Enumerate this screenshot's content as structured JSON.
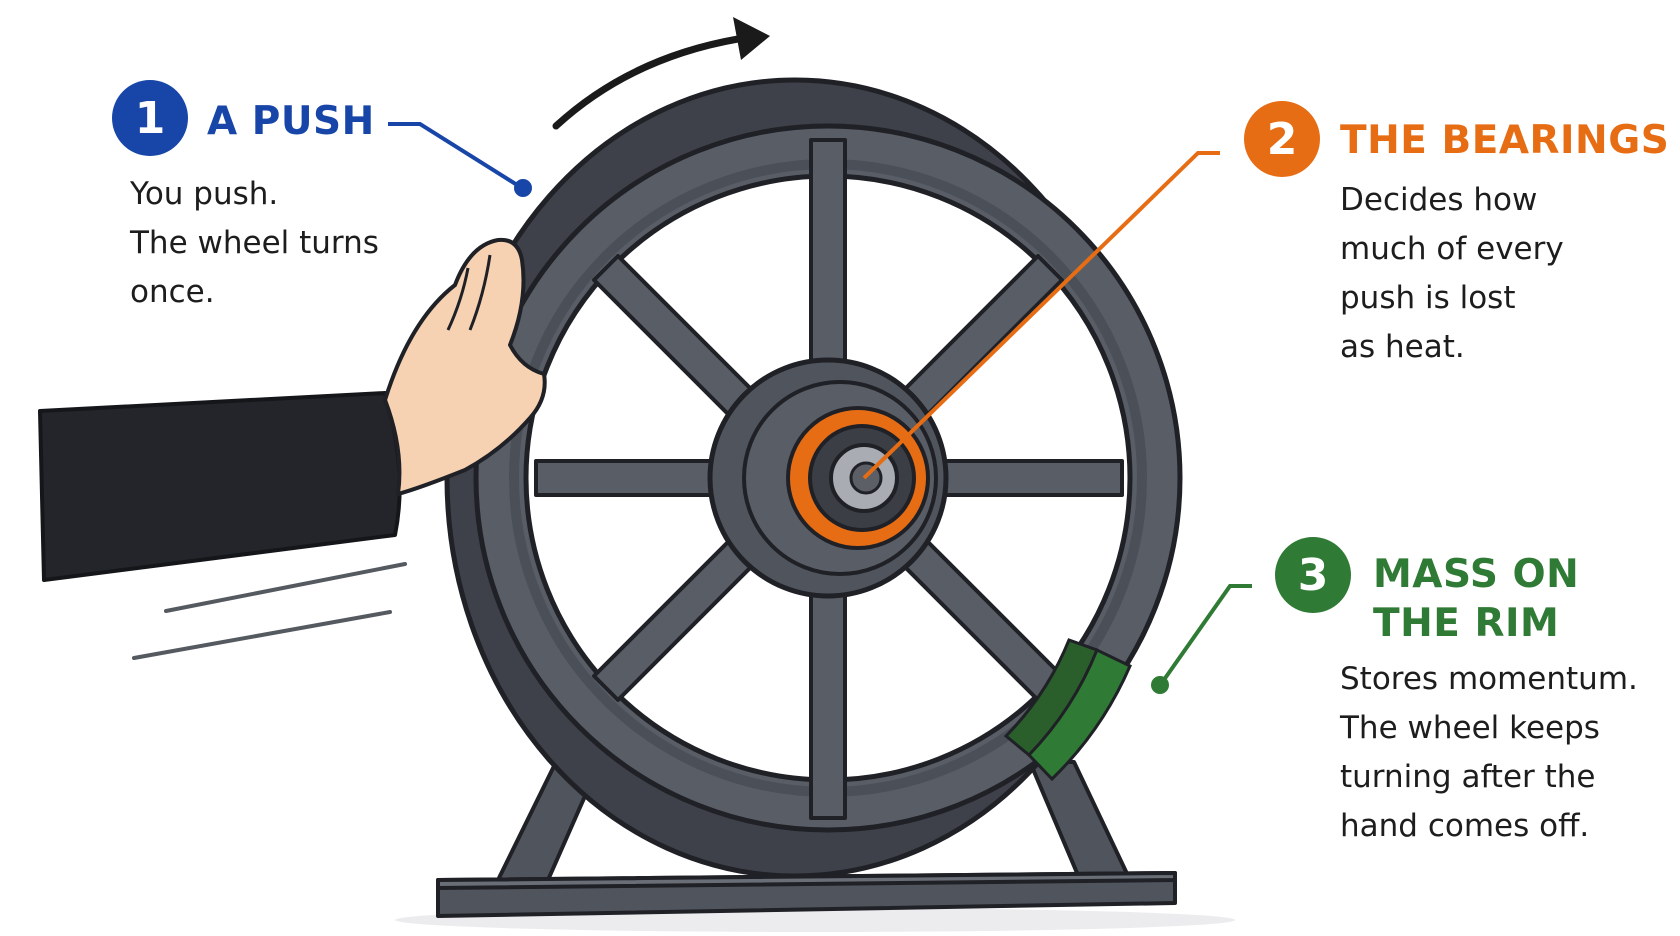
{
  "colors": {
    "push": "#1846a8",
    "bearings": "#e76d14",
    "rim": "#2f7a34",
    "wheel": "#595d66",
    "wheel_dark": "#3e4149",
    "outline": "#1f2126",
    "sleeve": "#23252b",
    "skin": "#f6d1b2"
  },
  "icons": [
    "curved-arrow-icon",
    "hand-icon",
    "motion-lines-icon",
    "wheel-icon"
  ],
  "callouts": [
    {
      "number": "1",
      "title_lines": [
        "A PUSH"
      ],
      "body_lines": [
        "You push.",
        "The wheel turns",
        "once."
      ]
    },
    {
      "number": "2",
      "title_lines": [
        "THE BEARINGS"
      ],
      "body_lines": [
        "Decides how",
        "much of every",
        "push is lost",
        "as heat."
      ]
    },
    {
      "number": "3",
      "title_lines": [
        "MASS ON",
        "THE RIM"
      ],
      "body_lines": [
        "Stores momentum.",
        "The wheel keeps",
        "turning after the",
        "hand comes off."
      ]
    }
  ]
}
